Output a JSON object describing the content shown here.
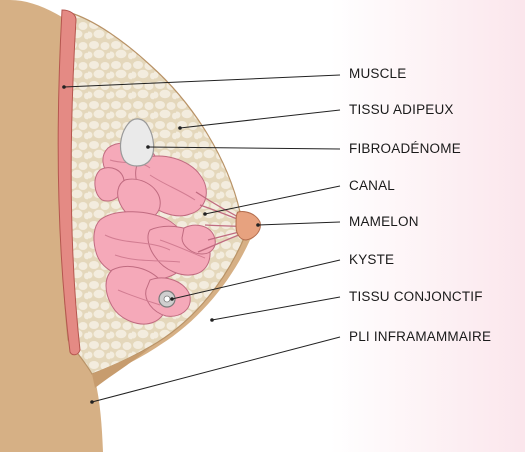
{
  "labels": {
    "muscle": "MUSCLE",
    "tissu_adipeux": "TISSU ADIPEUX",
    "fibroadenome": "FIBROADÉNOME",
    "canal": "CANAL",
    "mamelon": "MAMELON",
    "kyste": "KYSTE",
    "tissu_conjonctif": "TISSU CONJONCTIF",
    "pli_inframammaire": "PLI INFRAMAMMAIRE"
  },
  "colors": {
    "skin": "#d8b48a",
    "skin_shadow": "#c79e72",
    "fat": "#e7dcc3",
    "fat_lobule": "#f4ede0",
    "muscle": "#e38b86",
    "gland": "#f4a8b8",
    "gland_outline": "#c26a80",
    "cyst": "#cfcfcf",
    "leader_line": "#222222",
    "background_tint": "#fbe6ec"
  }
}
